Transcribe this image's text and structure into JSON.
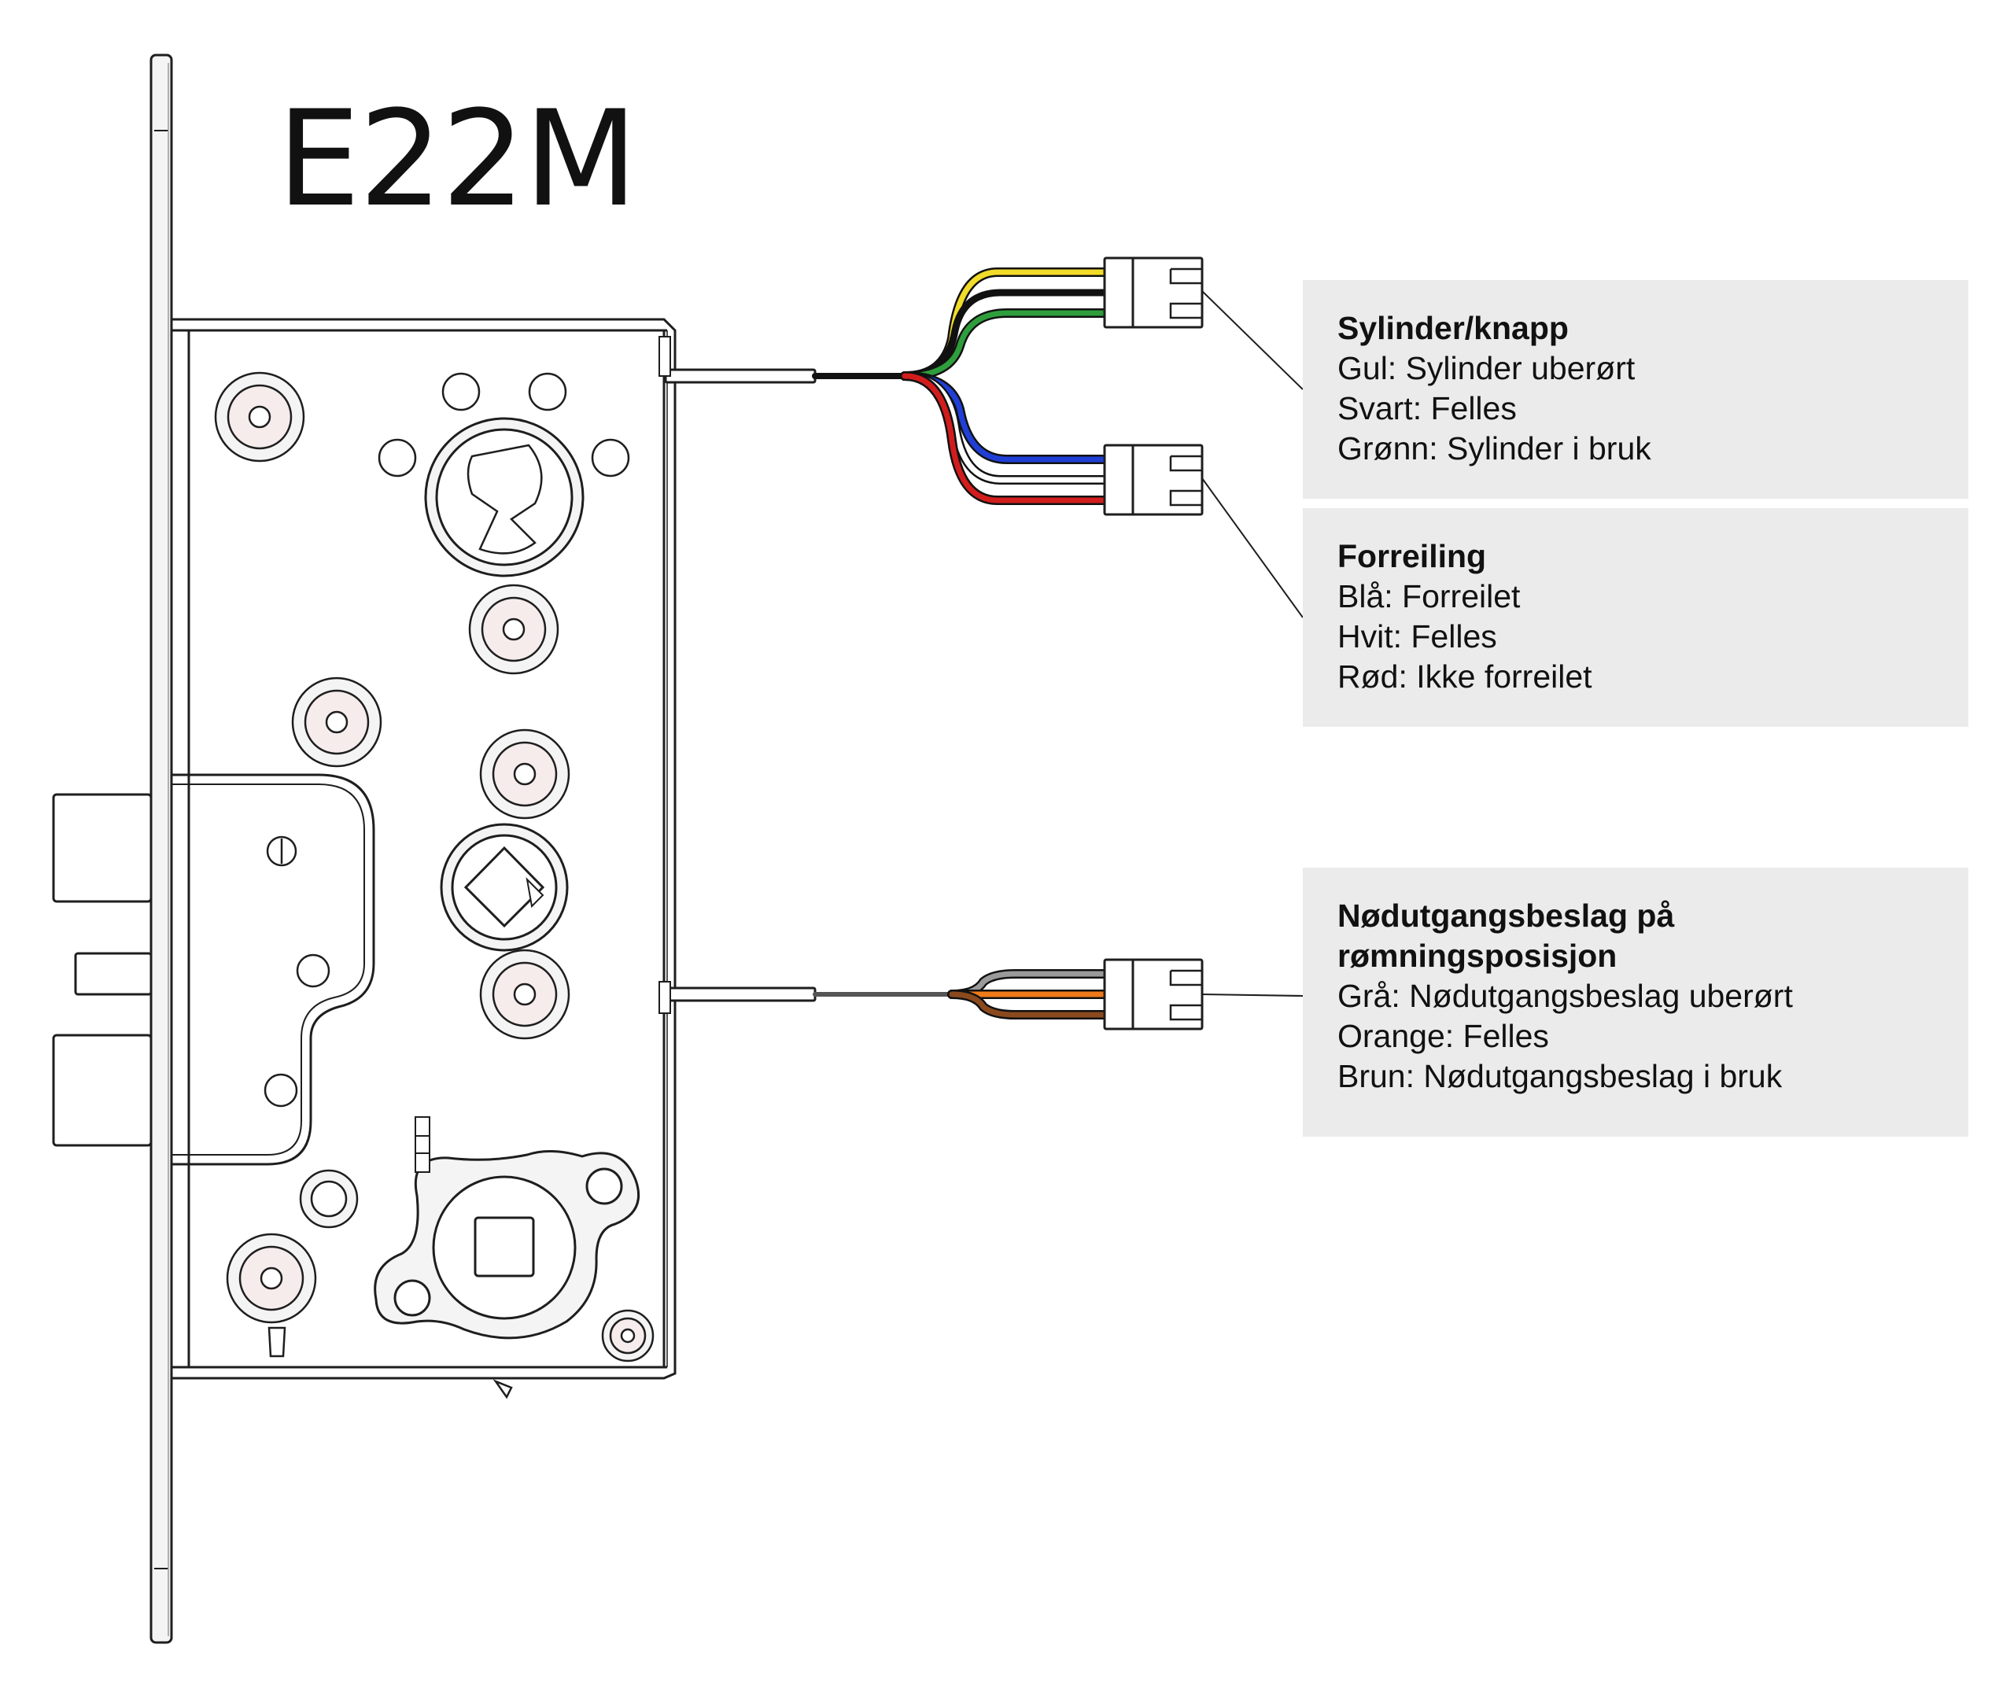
{
  "title": "E22M",
  "colors": {
    "stroke": "#1e1e1e",
    "box_bg": "#ebebeb",
    "screw_fill": "#f6ecec",
    "yellow": "#f2dc2a",
    "black": "#111111",
    "green": "#2e9e3c",
    "blue": "#1f3fd6",
    "white": "#ffffff",
    "red": "#d21d1d",
    "grey": "#9a9a9a",
    "orange": "#ef7a1a",
    "brown": "#8a4a1e"
  },
  "legend": {
    "cylinder": {
      "heading": "Sylinder/knapp",
      "lines": [
        "Gul: Sylinder uberørt",
        "Svart: Felles",
        "Grønn: Sylinder i bruk"
      ]
    },
    "deadlock": {
      "heading": "Forreiling",
      "lines": [
        "Blå: Forreilet",
        "Hvit: Felles",
        "Rød: Ikke forreilet"
      ]
    },
    "emergency": {
      "heading_1": "Nødutgangsbeslag på",
      "heading_2": "rømningsposisjon",
      "lines": [
        "Grå: Nødutgangsbeslag uberørt",
        "Orange: Felles",
        "Brun: Nødutgangsbeslag i bruk"
      ]
    }
  }
}
